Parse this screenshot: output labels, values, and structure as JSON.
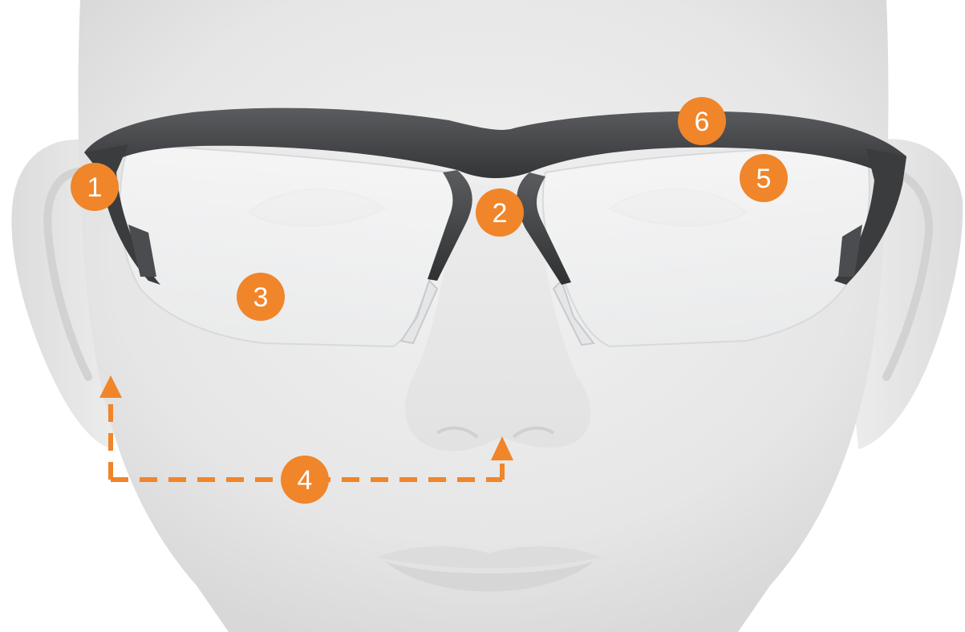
{
  "colors": {
    "accent": "#F0852A",
    "frame": "#3E4043",
    "skin": "#E8E8E8",
    "lens": "#F2F3F4",
    "background": "#FFFFFF"
  },
  "markers": [
    {
      "id": "marker-1",
      "label": "1"
    },
    {
      "id": "marker-2",
      "label": "2"
    },
    {
      "id": "marker-3",
      "label": "3"
    },
    {
      "id": "marker-4",
      "label": "4"
    },
    {
      "id": "marker-5",
      "label": "5"
    },
    {
      "id": "marker-6",
      "label": "6"
    }
  ]
}
